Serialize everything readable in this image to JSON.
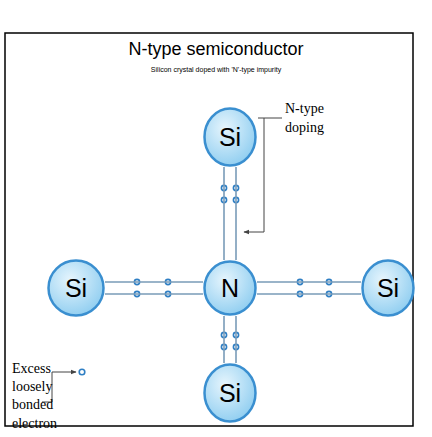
{
  "diagram": {
    "title": "N-type semiconductor",
    "nodes": [
      {
        "text": [
          "Si"
        ]
      },
      {
        "text": [
          "Si"
        ]
      },
      {
        "text": [
          "N"
        ]
      },
      {
        "text": [
          "Si"
        ]
      },
      {
        "text": [
          "Si"
        ]
      }
    ],
    "edges": [
      {
        "from": 0,
        "to": 2,
        "arrow": "none"
      },
      {
        "from": 1,
        "to": 2,
        "arrow": "none"
      },
      {
        "from": 2,
        "to": 3,
        "arrow": "none"
      },
      {
        "from": 2,
        "to": 4,
        "arrow": "none"
      }
    ],
    "labels": [
      "Silicon crystal doped with 'N'-type impurity",
      "N-type doping",
      "Excess loosely bonded electron"
    ]
  }
}
